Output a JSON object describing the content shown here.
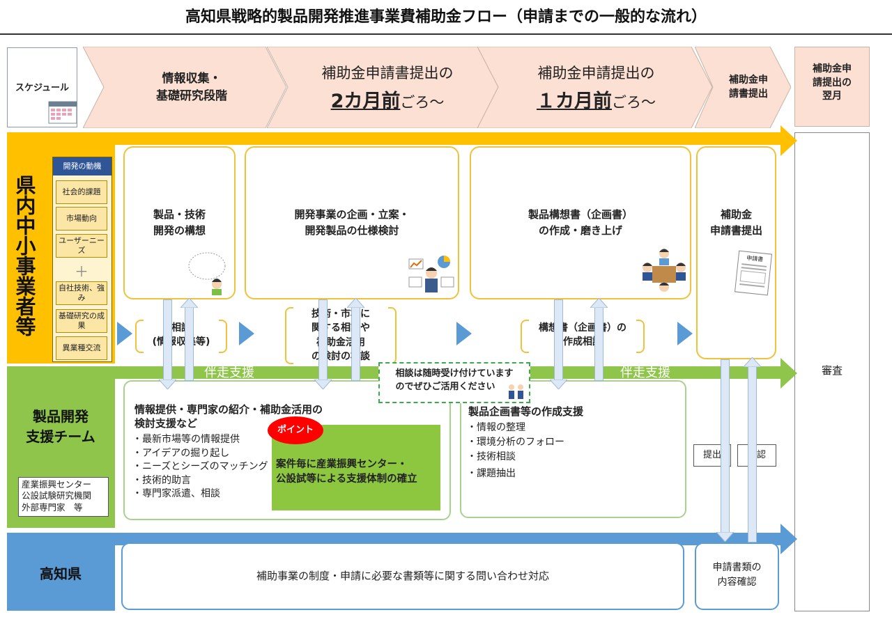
{
  "title": "高知県戦略的製品開発推進事業費補助金フロー（申請までの一般的な流れ）",
  "schedule": {
    "label": "スケジュール",
    "steps": [
      {
        "line1": "情報収集・",
        "line2": "基礎研究段階"
      },
      {
        "line1": "補助金申請書提出の",
        "big": "2カ月前",
        "suffix": "ごろ～"
      },
      {
        "line1": "補助金申請提出の",
        "big": "１カ月前",
        "suffix": "ごろ～"
      },
      {
        "line1": "補助金申",
        "line2": "請書提出"
      }
    ],
    "last": {
      "line1": "補助金申",
      "line2": "請提出の",
      "line3": "翌月"
    }
  },
  "rows": {
    "sme": "県内中小事業者等",
    "team_line1": "製品開発",
    "team_line2": "支援チーム",
    "team_orgs": [
      "産業振興センター",
      "公設試験研究機関",
      "外部専門家　等"
    ],
    "pref": "高知県",
    "review": "審査"
  },
  "motives": {
    "header": "開発の動機",
    "items": [
      "社会的課題",
      "市場動向",
      "ユーザーニーズ",
      "自社技術、強み",
      "基礎研究の成果",
      "異業種交流"
    ],
    "plus": "＋"
  },
  "cards": [
    {
      "line1": "製品・技術",
      "line2": "開発の構想"
    },
    {
      "line1": "開発事業の企画・立案・",
      "line2": "開発製品の仕様検討"
    },
    {
      "line1": "製品構想書（企画書）",
      "line2": "の作成・磨き上げ"
    },
    {
      "line1": "補助金",
      "line2": "申請書提出"
    }
  ],
  "consults": [
    {
      "lines": [
        "相談",
        "(情報収集等)"
      ]
    },
    {
      "lines": [
        "技術・市場に",
        "関する相談や",
        "補助金活用",
        "の検討の相談"
      ]
    },
    {
      "lines": [
        "構想書（企画書）の",
        "作成相談"
      ]
    }
  ],
  "support": {
    "band_label": "伴走支援",
    "note_line1": "相談は随時受け付けています",
    "note_line2": "のでぜひご活用ください",
    "left_title1": "情報提供・専門家の紹介・補助金活用の",
    "left_title2": "検討支援など",
    "left_items": [
      "・最新市場等の情報提供",
      "・アイデアの掘り起し",
      "・ニーズとシーズのマッチング",
      "・技術的助言",
      "・専門家派遣、相談"
    ],
    "point_label": "ポイント",
    "point_line1": "案件毎に産業振興センター・",
    "point_line2": "公設試等による支援体制の確立",
    "right_title": "製品企画書等の作成支援",
    "right_items": [
      "・情報の整理",
      "・環境分析のフォロー",
      "・技術相談",
      "・課題抽出"
    ],
    "submit": "提出",
    "confirm": "確認"
  },
  "prefecture": {
    "inquiry": "補助事業の制度・申請に必要な書類等に関する問い合わせ対応",
    "check_line1": "申請書類の",
    "check_line2": "内容確認"
  },
  "doc_icon_label": "申請書",
  "colors": {
    "yellow": "#ffc000",
    "green": "#8fc54a",
    "blue": "#5b9bd5",
    "chevron": "#fbe0d3",
    "point_red": "#ff0000",
    "point_green": "#8dc73f"
  }
}
